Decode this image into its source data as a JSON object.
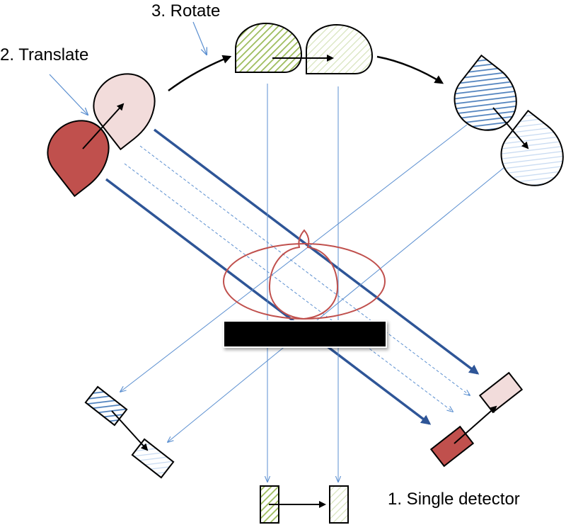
{
  "labels": {
    "translate": "2. Translate",
    "rotate": "3. Rotate",
    "detector": "1. Single detector"
  },
  "colors": {
    "beam_dark_blue": "#2e5597",
    "beam_light_blue": "#5b8fd0",
    "red_source": "#c0504d",
    "pink_source": "#f2dcdb",
    "green_hatch": "#9bbb59",
    "blue_hatch": "#4f81bd",
    "phantom_outline": "#c0504d",
    "table_black": "#000000"
  },
  "icons": {
    "arrow": "arrow-icon",
    "source": "x-ray-source-icon",
    "detector": "detector-icon"
  }
}
